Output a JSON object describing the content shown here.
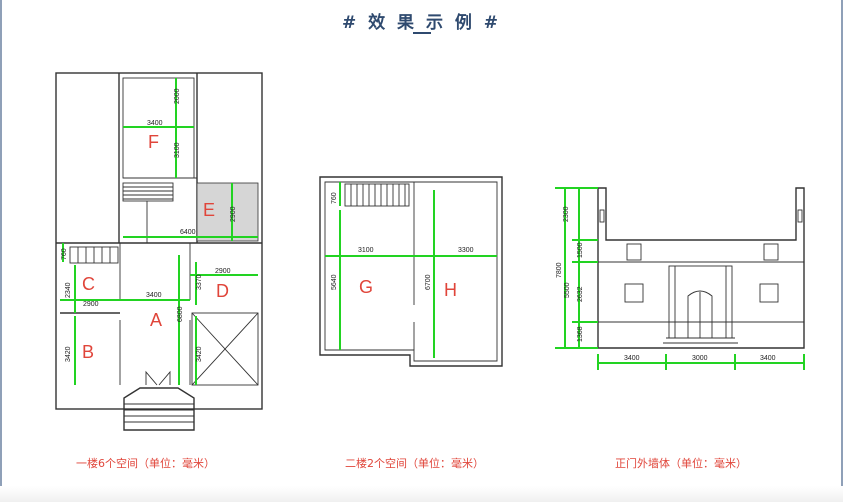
{
  "header": {
    "title": "# 效 果 示 例 #"
  },
  "plans": {
    "floor1": {
      "caption": "一楼6个空间（单位：毫米）",
      "rooms": {
        "a": "A",
        "b": "B",
        "c": "C",
        "d": "D",
        "e": "E",
        "f": "F"
      },
      "dims": {
        "d2000": "2000",
        "d3400_top": "3400",
        "d3100": "3100",
        "d6400": "6400",
        "d2900_e": "2900",
        "d760": "760",
        "d3400_mid": "3400",
        "d2900_d": "2900",
        "d3370": "3370",
        "d2340": "2340",
        "d2900_c": "2900",
        "d6800": "6800",
        "d3420_b": "3420",
        "d3420_r": "3420"
      }
    },
    "floor2": {
      "caption": "二楼2个空间（单位：毫米）",
      "rooms": {
        "g": "G",
        "h": "H"
      },
      "dims": {
        "d760": "760",
        "d3100": "3100",
        "d3300": "3300",
        "d5640": "5640",
        "d6700": "6700"
      }
    },
    "facade": {
      "caption": "正门外墙体（单位：毫米）",
      "dims": {
        "d2300": "2300",
        "d7800": "7800",
        "d1500": "1500",
        "d5500": "5500",
        "d2632": "2632",
        "d1368": "1368",
        "d3400_l": "3400",
        "d3000": "3000",
        "d3400_r": "3400"
      }
    }
  }
}
